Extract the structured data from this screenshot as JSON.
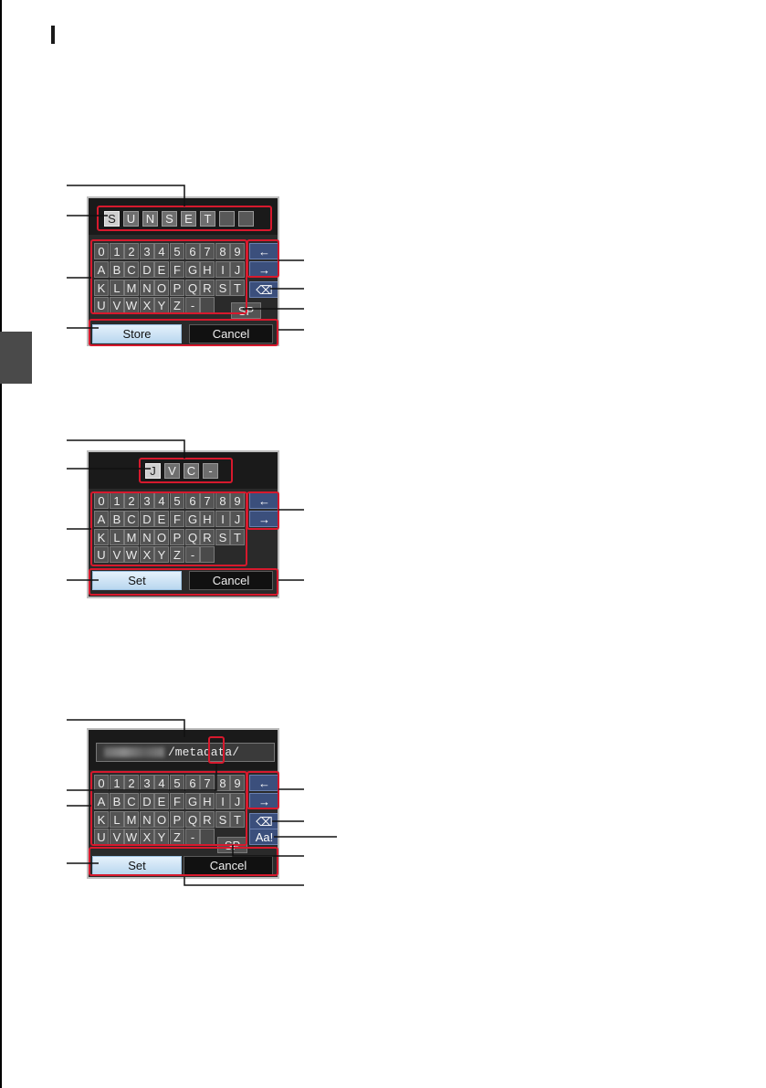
{
  "page": {
    "page_number": ""
  },
  "keyboard": {
    "digits": [
      "0",
      "1",
      "2",
      "3",
      "4",
      "5",
      "6",
      "7",
      "8",
      "9"
    ],
    "row_a": [
      "A",
      "B",
      "C",
      "D",
      "E",
      "F",
      "G",
      "H",
      "I",
      "J"
    ],
    "row_k": [
      "K",
      "L",
      "M",
      "N",
      "O",
      "P",
      "Q",
      "R",
      "S",
      "T"
    ],
    "row_u": [
      "U",
      "V",
      "W",
      "X",
      "Y",
      "Z",
      "-"
    ],
    "arrow_left": "←",
    "arrow_right": "→",
    "backspace": "⌫",
    "space": "SP",
    "case_toggle": "Aa!"
  },
  "screen1": {
    "slots": [
      "S",
      "U",
      "N",
      "S",
      "E",
      "T",
      "",
      ""
    ],
    "store_label": "Store",
    "cancel_label": "Cancel"
  },
  "screen2": {
    "slots": [
      "J",
      "V",
      "C",
      "-"
    ],
    "set_label": "Set",
    "cancel_label": "Cancel"
  },
  "screen3": {
    "path_text": "/metadata/",
    "set_label": "Set",
    "cancel_label": "Cancel"
  }
}
